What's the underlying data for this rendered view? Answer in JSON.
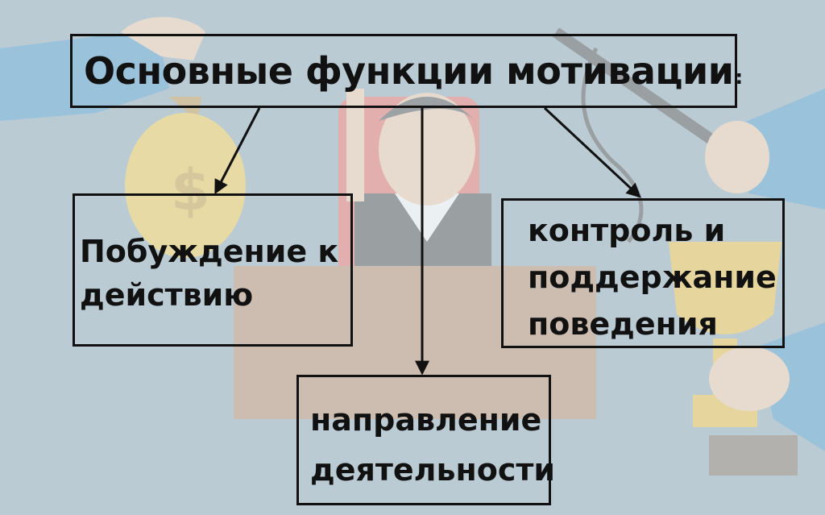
{
  "title": {
    "text": "Основные функции мотивации",
    "colon": ":"
  },
  "boxes": {
    "left": {
      "lines": [
        "Побуждение к",
        "действию"
      ]
    },
    "right": {
      "lines": [
        "контроль и",
        "поддержание",
        "поведения"
      ]
    },
    "bottom": {
      "lines": [
        "направление",
        "деятельности"
      ]
    }
  },
  "colors": {
    "background": "#7f9eae",
    "overlay": "#dfe7eb",
    "border": "#111111",
    "money_bag": "#f4c430",
    "chair": "#e8514a",
    "desk": "#b07a4f",
    "trophy": "#f2b81d",
    "skin": "#f5c9a0",
    "sleeve": "#2e86c1"
  },
  "icons": [
    "money-bag-icon",
    "dollar-icon",
    "businessman-icon",
    "whip-icon",
    "trophy-icon",
    "hand-icon"
  ]
}
